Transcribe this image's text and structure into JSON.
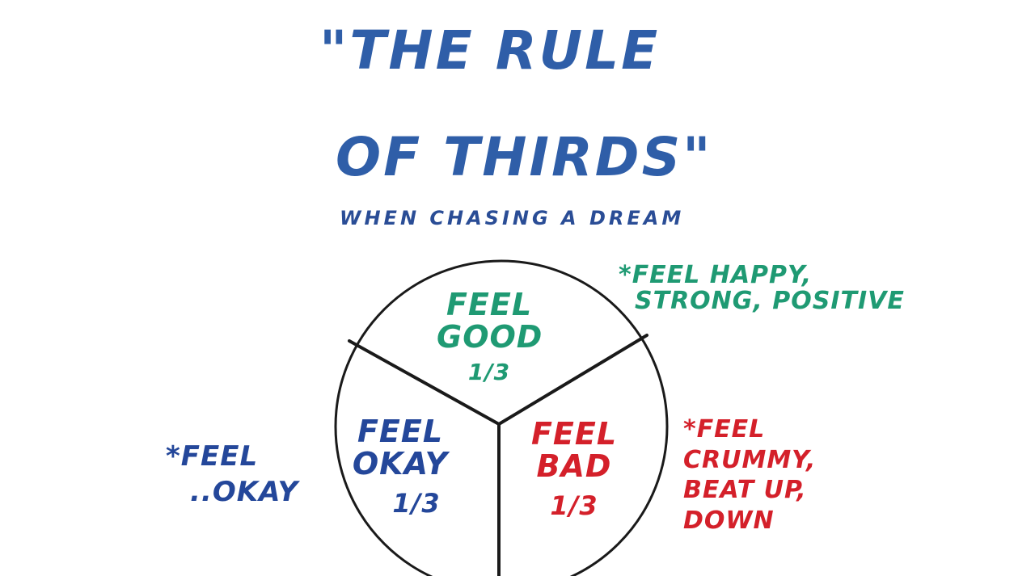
{
  "title": {
    "line1": "\"The Rule",
    "line2": "of Thirds\"",
    "subtitle": "when chasing a dream"
  },
  "colors": {
    "title": "#2f5ea8",
    "good": "#1f9a73",
    "bad": "#d4202a",
    "okay": "#24479a",
    "lines": "#1a1a1a"
  },
  "segments": [
    {
      "label_line1": "Feel",
      "label_line2": "Good",
      "fraction": "1/3",
      "note": [
        "*Feel happy,",
        "strong, positive"
      ]
    },
    {
      "label_line1": "Feel",
      "label_line2": "Okay",
      "fraction": "1/3",
      "note": [
        "*Feel",
        "..okay"
      ]
    },
    {
      "label_line1": "Feel",
      "label_line2": "Bad",
      "fraction": "1/3",
      "note": [
        "*Feel",
        "crummy,",
        "beat up,",
        "down"
      ]
    }
  ]
}
